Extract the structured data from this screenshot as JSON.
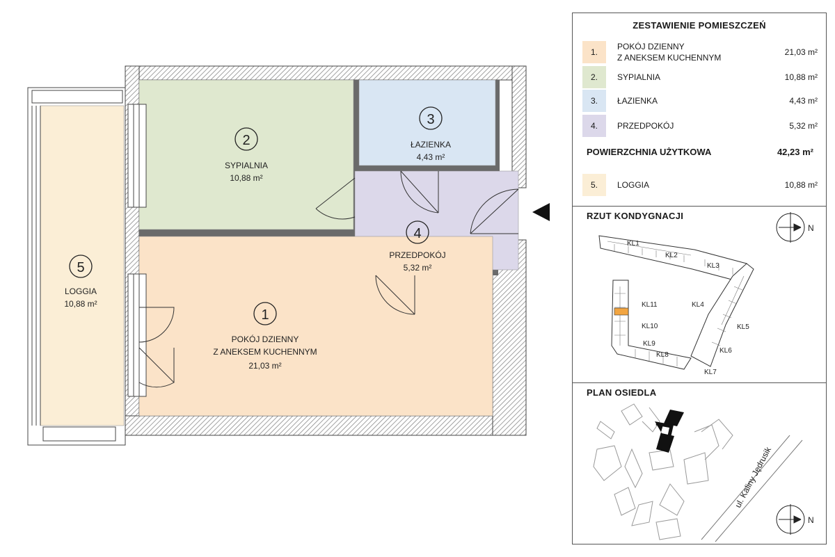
{
  "rooms": [
    {
      "number": "1",
      "name_lines": [
        "POKÓJ DZIENNY",
        "Z ANEKSEM KUCHENNYM"
      ],
      "area": "21,03 m²",
      "color": "#fbe3c8"
    },
    {
      "number": "2",
      "name_lines": [
        "SYPIALNIA"
      ],
      "area": "10,88 m²",
      "color": "#dfe8cf"
    },
    {
      "number": "3",
      "name_lines": [
        "ŁAZIENKA"
      ],
      "area": "4,43 m²",
      "color": "#d9e6f3"
    },
    {
      "number": "4",
      "name_lines": [
        "PRZEDPOKÓJ"
      ],
      "area": "5,32 m²",
      "color": "#dcd8ea"
    },
    {
      "number": "5",
      "name_lines": [
        "LOGGIA"
      ],
      "area": "10,88 m²",
      "color": "#fbeed6"
    }
  ],
  "legend": {
    "title": "ZESTAWIENIE POMIESZCZEŃ",
    "items": [
      {
        "num": "1.",
        "name": "POKÓJ DZIENNY",
        "name2": "Z ANEKSEM KUCHENNYM",
        "area": "21,03 m²",
        "color": "#fbe3c8"
      },
      {
        "num": "2.",
        "name": "SYPIALNIA",
        "name2": "",
        "area": "10,88 m²",
        "color": "#dfe8cf"
      },
      {
        "num": "3.",
        "name": "ŁAZIENKA",
        "name2": "",
        "area": "4,43 m²",
        "color": "#d9e6f3"
      },
      {
        "num": "4.",
        "name": "PRZEDPOKÓJ",
        "name2": "",
        "area": "5,32 m²",
        "color": "#dcd8ea"
      }
    ],
    "total_label": "POWIERZCHNIA UŻYTKOWA",
    "total_value": "42,23 m²",
    "extra": {
      "num": "5.",
      "name": "LOGGIA",
      "area": "10,88 m²",
      "color": "#fbeed6"
    }
  },
  "floor_plan_title": "RZUT KONDYGNACJI",
  "building_labels": [
    "KL1",
    "KL2",
    "KL3",
    "KL4",
    "KL5",
    "KL6",
    "KL7",
    "KL8",
    "KL9",
    "KL10",
    "KL11"
  ],
  "estate_title": "PLAN OSIEDLA",
  "street_label": "ul. Kaliny Jędrusik",
  "north_label": "N",
  "colors": {
    "wall": "#555555",
    "hatch": "#9a9a9a",
    "highlight": "#f2a541"
  }
}
